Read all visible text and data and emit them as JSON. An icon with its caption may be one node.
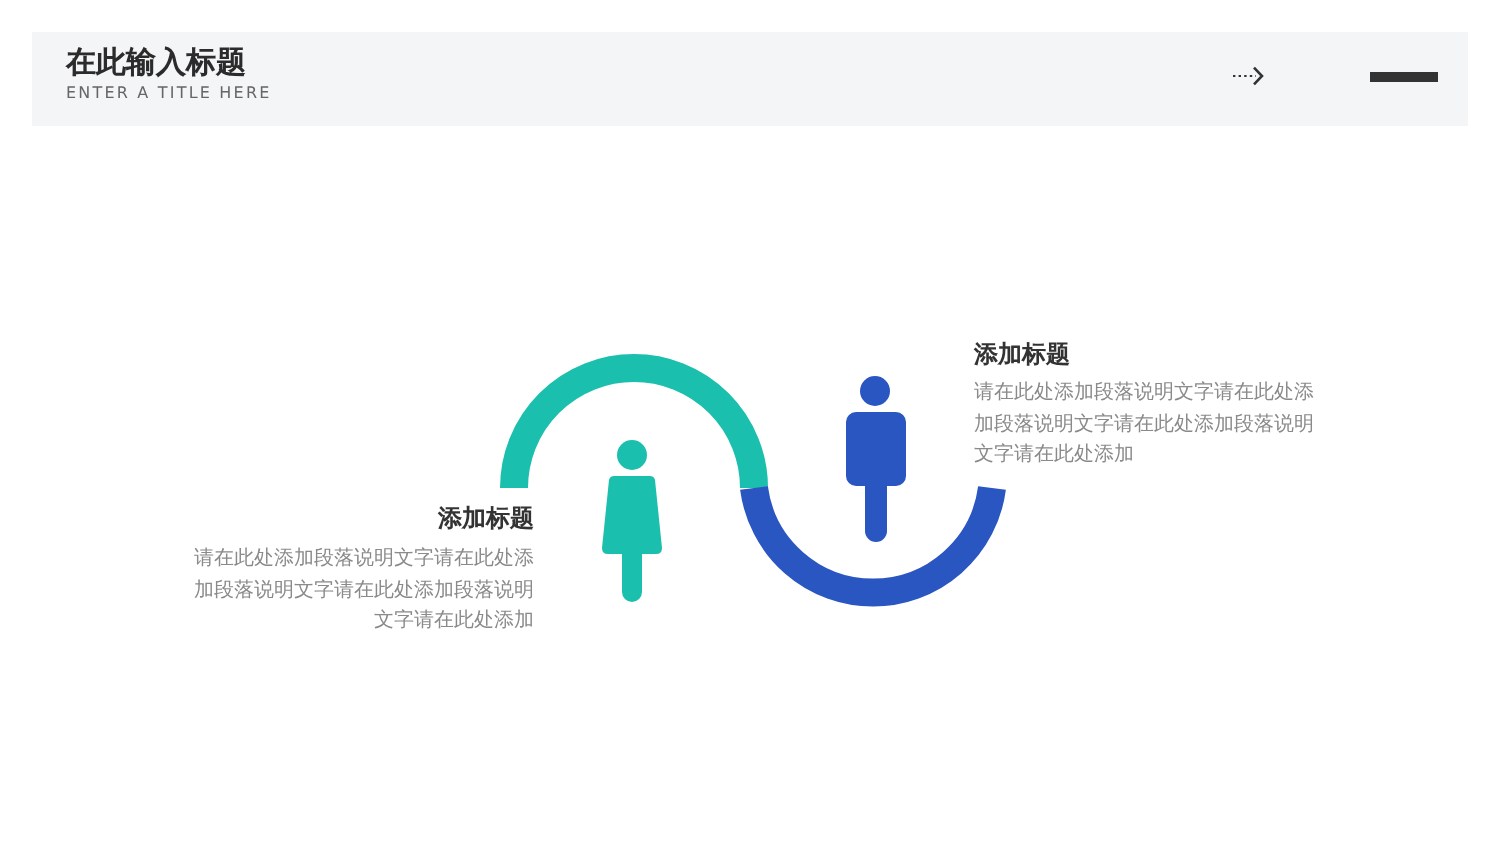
{
  "diagram": {
    "title": "在此输入标题",
    "labels": [
      "ENTER A TITLE HERE",
      "添加标题",
      "请在此处添加段落说明文字请在此处添加段落说明文字请在此处添加段落说明文字请在此处添加",
      "添加标题",
      "请在此处添加段落说明文字请在此处添加段落说明文字请在此处添加段落说明文字请在此处添加"
    ]
  }
}
